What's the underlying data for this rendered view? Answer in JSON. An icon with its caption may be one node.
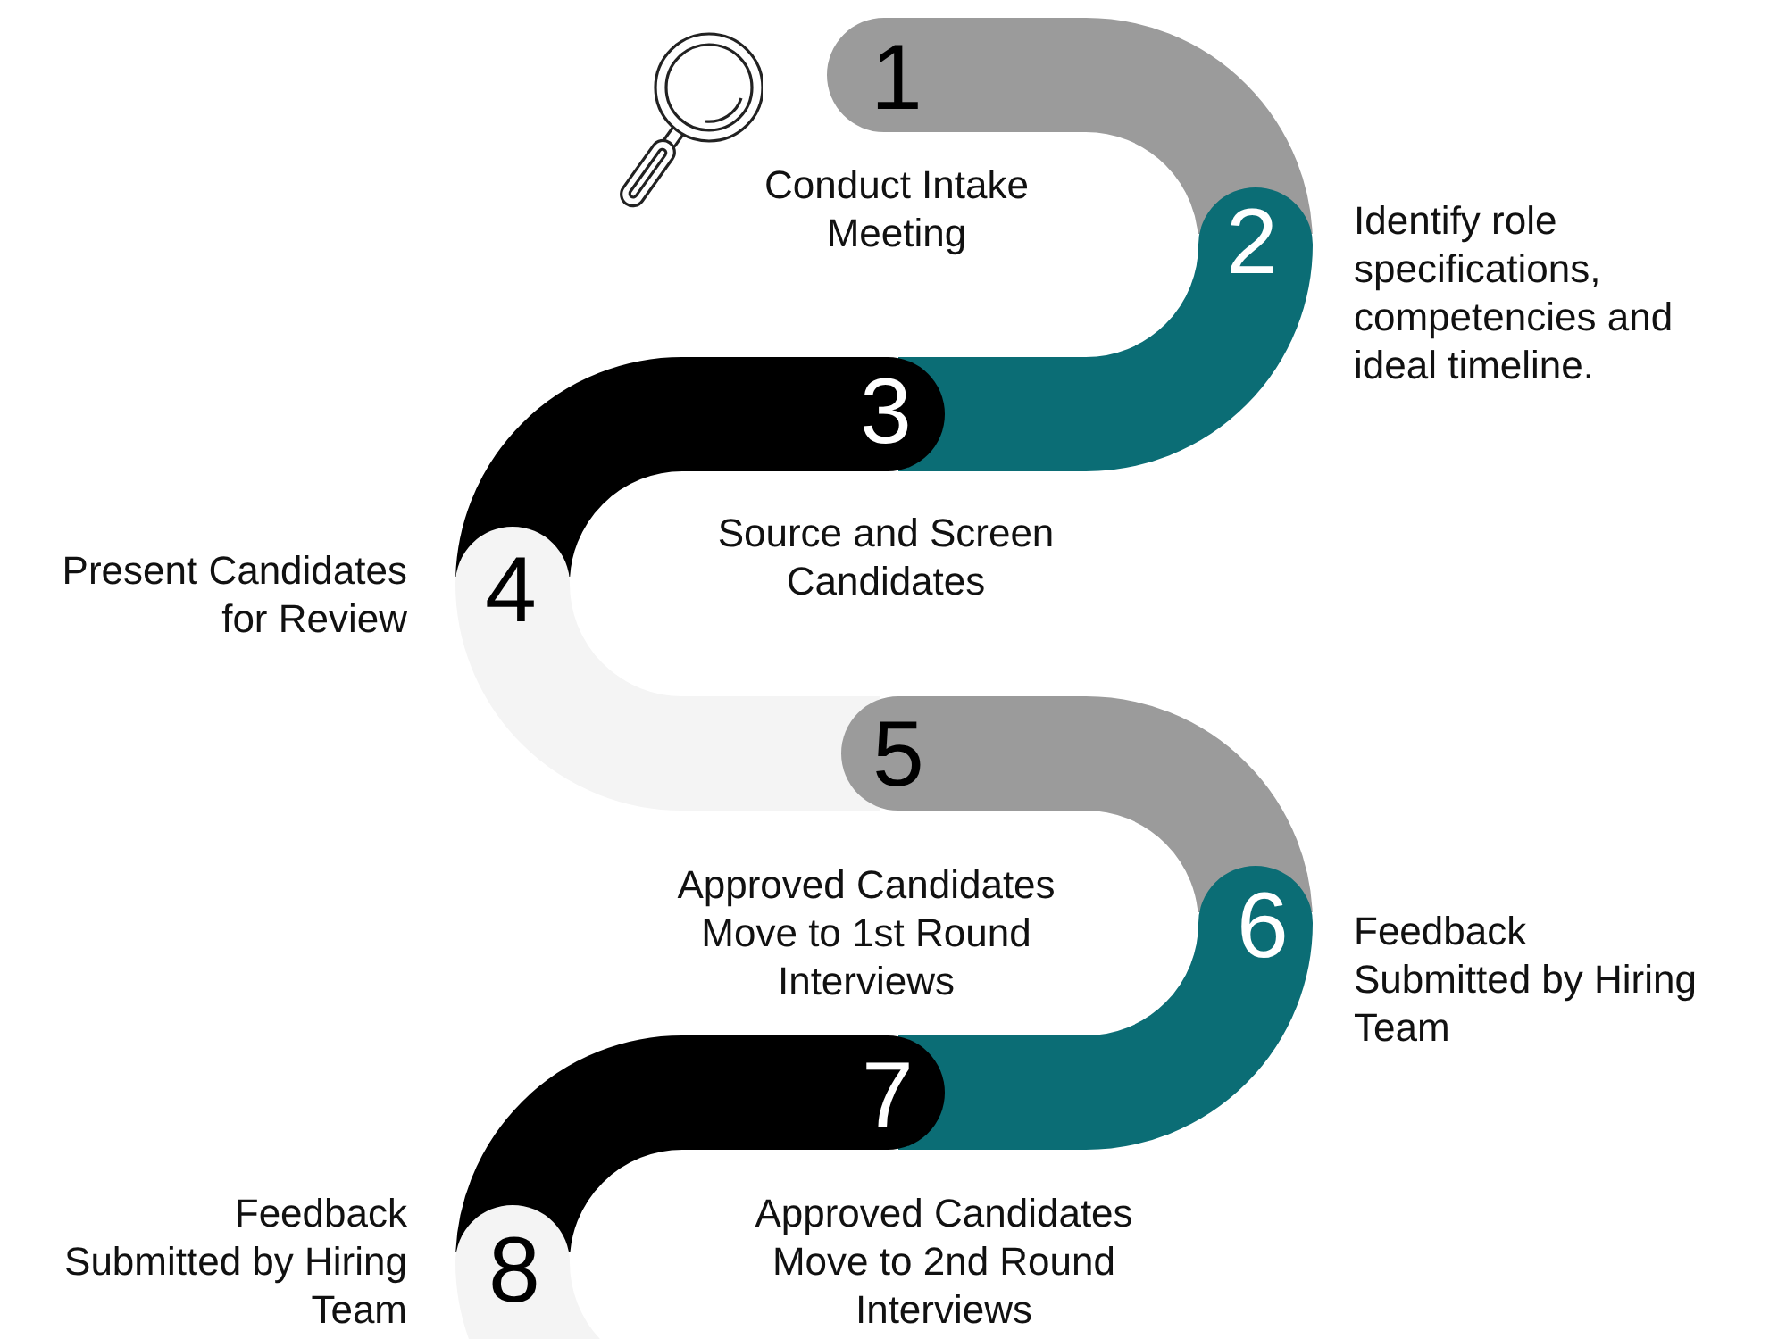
{
  "diagram": {
    "nodes": [
      {
        "text": [
          "1",
          "Conduct Intake Meeting"
        ]
      },
      {
        "text": [
          "2"
        ],
        "beside": [
          "Identify role specifications, competencies and ideal timeline."
        ]
      },
      {
        "text": [
          "3",
          "Source and Screen Candidates"
        ]
      },
      {
        "text": [
          "4"
        ],
        "beside": [
          "Present Candidates for Review"
        ]
      },
      {
        "text": [
          "5"
        ],
        "beside": [
          "Approved Candidates Move to 1st Round Interviews"
        ]
      },
      {
        "text": [
          "6"
        ],
        "beside": [
          "Feedback Submitted by Hiring Team"
        ]
      },
      {
        "text": [
          "7"
        ],
        "beside": [
          "Approved Candidates Move to 2nd Round Interviews"
        ]
      },
      {
        "text": [
          "8"
        ],
        "beside": [
          "Feedback Submitted by Hiring Team"
        ]
      }
    ]
  }
}
